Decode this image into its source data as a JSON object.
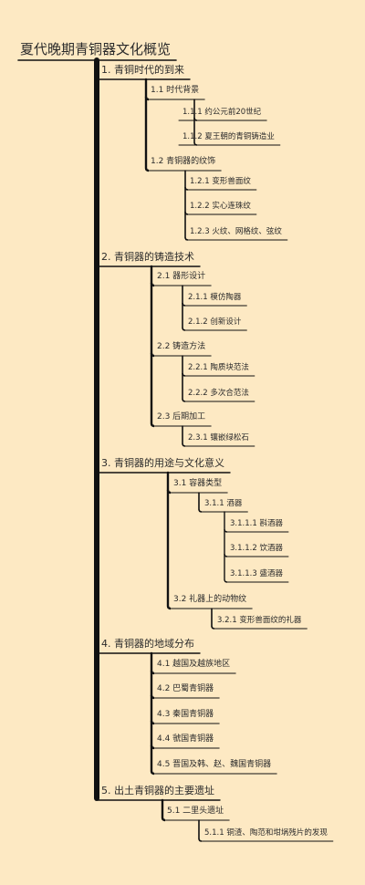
{
  "root": {
    "label": "夏代晚期青铜器文化概览"
  },
  "nodes": [
    {
      "id": "b1",
      "label": "1. 青铜时代的到来",
      "level": 1
    },
    {
      "id": "b1_1",
      "label": "1.1 时代背景",
      "level": 2
    },
    {
      "id": "b1_1_1",
      "label": "1.1.1 约公元前20世纪",
      "level": 3
    },
    {
      "id": "b1_1_2",
      "label": "1.1.2 夏王朝的青铜铸造业",
      "level": 3
    },
    {
      "id": "b1_2",
      "label": "1.2 青铜器的纹饰",
      "level": 2
    },
    {
      "id": "b1_2_1",
      "label": "1.2.1 变形兽面纹",
      "level": 3
    },
    {
      "id": "b1_2_2",
      "label": "1.2.2 实心连珠纹",
      "level": 3
    },
    {
      "id": "b1_2_3",
      "label": "1.2.3 火纹、网格纹、弦纹",
      "level": 3
    },
    {
      "id": "b2",
      "label": "2. 青铜器的铸造技术",
      "level": 1
    },
    {
      "id": "b2_1",
      "label": "2.1 器形设计",
      "level": 2
    },
    {
      "id": "b2_1_1",
      "label": "2.1.1 模仿陶器",
      "level": 3
    },
    {
      "id": "b2_1_2",
      "label": "2.1.2 创新设计",
      "level": 3
    },
    {
      "id": "b2_2",
      "label": "2.2 铸造方法",
      "level": 2
    },
    {
      "id": "b2_2_1",
      "label": "2.2.1 陶质块范法",
      "level": 3
    },
    {
      "id": "b2_2_2",
      "label": "2.2.2 多次合范法",
      "level": 3
    },
    {
      "id": "b2_3",
      "label": "2.3 后期加工",
      "level": 2
    },
    {
      "id": "b2_3_1",
      "label": "2.3.1 镶嵌绿松石",
      "level": 3
    },
    {
      "id": "b3",
      "label": "3. 青铜器的用途与文化意义",
      "level": 1
    },
    {
      "id": "b3_1",
      "label": "3.1 容器类型",
      "level": 2
    },
    {
      "id": "b3_1_1",
      "label": "3.1.1 酒器",
      "level": 3
    },
    {
      "id": "b3_1_1_1",
      "label": "3.1.1.1 斟酒器",
      "level": 4
    },
    {
      "id": "b3_1_1_2",
      "label": "3.1.1.2 饮酒器",
      "level": 4
    },
    {
      "id": "b3_1_1_3",
      "label": "3.1.1.3 盛酒器",
      "level": 4
    },
    {
      "id": "b3_2",
      "label": "3.2 礼器上的动物纹",
      "level": 2
    },
    {
      "id": "b3_2_1",
      "label": "3.2.1 变形兽面纹的礼器",
      "level": 3
    },
    {
      "id": "b4",
      "label": "4. 青铜器的地域分布",
      "level": 1
    },
    {
      "id": "b4_1",
      "label": "4.1 越国及越族地区",
      "level": 2
    },
    {
      "id": "b4_2",
      "label": "4.2 巴蜀青铜器",
      "level": 2
    },
    {
      "id": "b4_3",
      "label": "4.3 秦国青铜器",
      "level": 2
    },
    {
      "id": "b4_4",
      "label": "4.4 虢国青铜器",
      "level": 2
    },
    {
      "id": "b4_5",
      "label": "4.5 晋国及韩、赵、魏国青铜器",
      "level": 2
    },
    {
      "id": "b5",
      "label": "5. 出土青铜器的主要遗址",
      "level": 1
    },
    {
      "id": "b5_1",
      "label": "5.1 二里头遗址",
      "level": 2
    },
    {
      "id": "b5_1_1",
      "label": "5.1.1 铜渣、陶范和坩埚残片的发现",
      "level": 3
    }
  ],
  "colors": {
    "background": "#fde9c3",
    "line": "#111111",
    "text": "#2b2b2b"
  }
}
